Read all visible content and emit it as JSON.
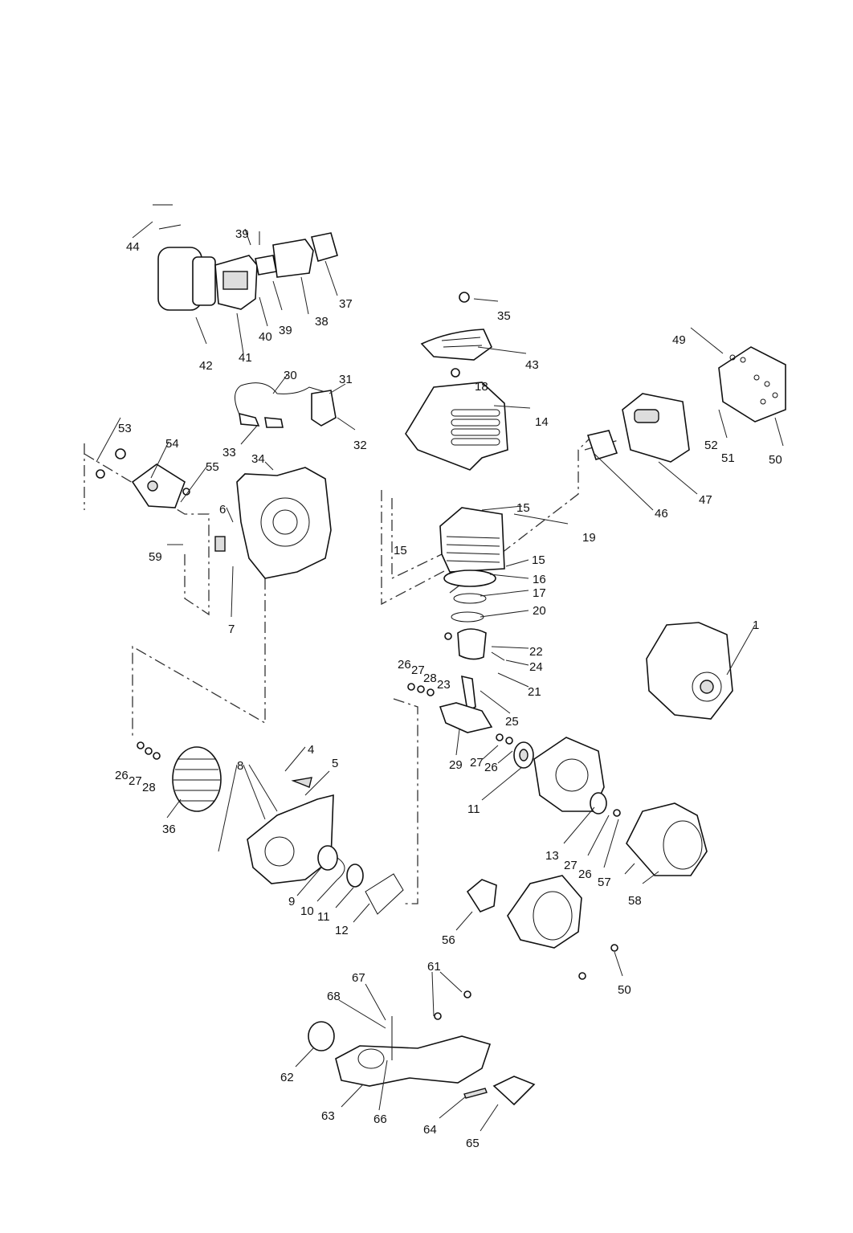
{
  "diagram": {
    "labels": [
      {
        "id": "l44",
        "text": "44"
      },
      {
        "id": "l39a",
        "text": "39"
      },
      {
        "id": "l42",
        "text": "42"
      },
      {
        "id": "l41",
        "text": "41"
      },
      {
        "id": "l40",
        "text": "40"
      },
      {
        "id": "l39b",
        "text": "39"
      },
      {
        "id": "l38",
        "text": "38"
      },
      {
        "id": "l37",
        "text": "37"
      },
      {
        "id": "l35",
        "text": "35"
      },
      {
        "id": "l43",
        "text": "43"
      },
      {
        "id": "l18",
        "text": "18"
      },
      {
        "id": "l14",
        "text": "14"
      },
      {
        "id": "l49",
        "text": "49"
      },
      {
        "id": "l52",
        "text": "52"
      },
      {
        "id": "l51",
        "text": "51"
      },
      {
        "id": "l50a",
        "text": "50"
      },
      {
        "id": "l47",
        "text": "47"
      },
      {
        "id": "l46",
        "text": "46"
      },
      {
        "id": "l30",
        "text": "30"
      },
      {
        "id": "l31",
        "text": "31"
      },
      {
        "id": "l32",
        "text": "32"
      },
      {
        "id": "l33",
        "text": "33"
      },
      {
        "id": "l34",
        "text": "34"
      },
      {
        "id": "l53",
        "text": "53"
      },
      {
        "id": "l54",
        "text": "54"
      },
      {
        "id": "l55",
        "text": "55"
      },
      {
        "id": "l6",
        "text": "6"
      },
      {
        "id": "l59",
        "text": "59"
      },
      {
        "id": "l7",
        "text": "7"
      },
      {
        "id": "l15a",
        "text": "15"
      },
      {
        "id": "l15b",
        "text": "15"
      },
      {
        "id": "l15c",
        "text": "15"
      },
      {
        "id": "l19",
        "text": "19"
      },
      {
        "id": "l16",
        "text": "16"
      },
      {
        "id": "l17",
        "text": "17"
      },
      {
        "id": "l20",
        "text": "20"
      },
      {
        "id": "l1",
        "text": "1"
      },
      {
        "id": "l22",
        "text": "22"
      },
      {
        "id": "l24",
        "text": "24"
      },
      {
        "id": "l21",
        "text": "21"
      },
      {
        "id": "l26a",
        "text": "26"
      },
      {
        "id": "l27a",
        "text": "27"
      },
      {
        "id": "l28a",
        "text": "28"
      },
      {
        "id": "l23",
        "text": "23"
      },
      {
        "id": "l25",
        "text": "25"
      },
      {
        "id": "l29",
        "text": "29"
      },
      {
        "id": "l27b",
        "text": "27"
      },
      {
        "id": "l26b",
        "text": "26"
      },
      {
        "id": "l11a",
        "text": "11"
      },
      {
        "id": "l26c",
        "text": "26"
      },
      {
        "id": "l27c",
        "text": "27"
      },
      {
        "id": "l28c",
        "text": "28"
      },
      {
        "id": "l36",
        "text": "36"
      },
      {
        "id": "l4",
        "text": "4"
      },
      {
        "id": "l5",
        "text": "5"
      },
      {
        "id": "l8",
        "text": "8"
      },
      {
        "id": "l9",
        "text": "9"
      },
      {
        "id": "l10",
        "text": "10"
      },
      {
        "id": "l11b",
        "text": "11"
      },
      {
        "id": "l12",
        "text": "12"
      },
      {
        "id": "l13",
        "text": "13"
      },
      {
        "id": "l27d",
        "text": "27"
      },
      {
        "id": "l26d",
        "text": "26"
      },
      {
        "id": "l57",
        "text": "57"
      },
      {
        "id": "l58",
        "text": "58"
      },
      {
        "id": "l56",
        "text": "56"
      },
      {
        "id": "l50b",
        "text": "50"
      },
      {
        "id": "l67",
        "text": "67"
      },
      {
        "id": "l61",
        "text": "61"
      },
      {
        "id": "l68",
        "text": "68"
      },
      {
        "id": "l62",
        "text": "62"
      },
      {
        "id": "l63",
        "text": "63"
      },
      {
        "id": "l66",
        "text": "66"
      },
      {
        "id": "l64",
        "text": "64"
      },
      {
        "id": "l65",
        "text": "65"
      }
    ]
  }
}
